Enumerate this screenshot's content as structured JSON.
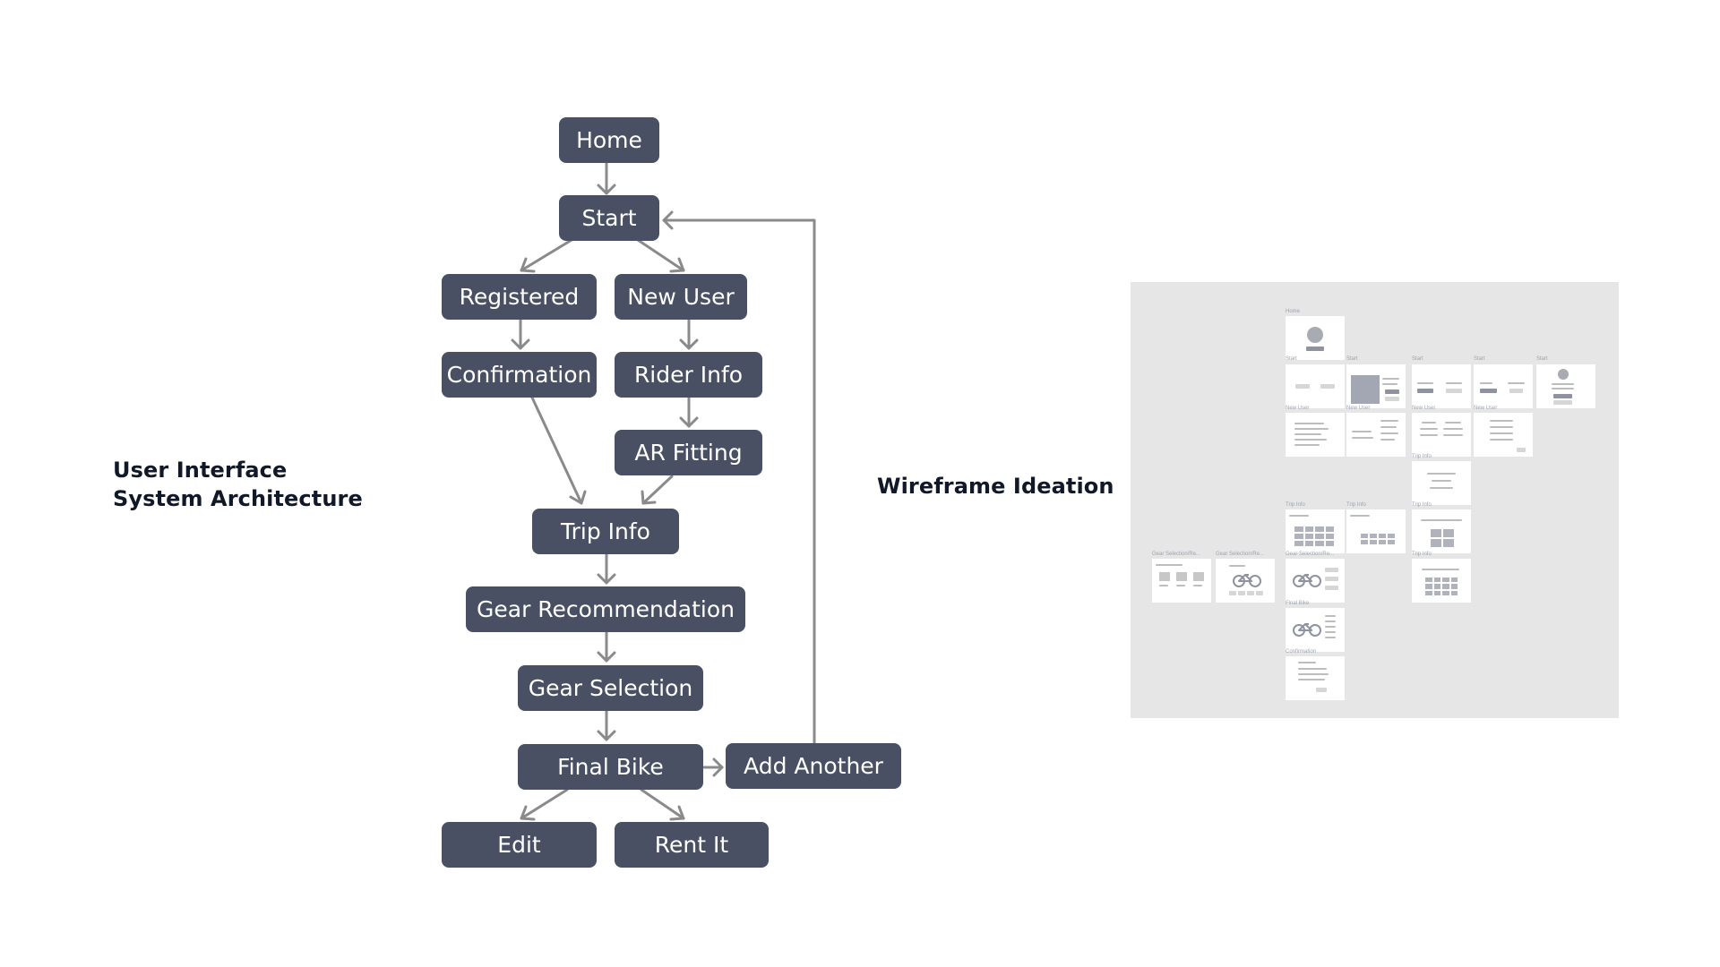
{
  "headings": {
    "architecture_line1": "User Interface",
    "architecture_line2": "System Architecture",
    "wireframe": "Wireframe Ideation"
  },
  "flow": {
    "nodes": [
      {
        "id": "home",
        "label": "Home"
      },
      {
        "id": "start",
        "label": "Start"
      },
      {
        "id": "registered",
        "label": "Registered"
      },
      {
        "id": "new-user",
        "label": "New User"
      },
      {
        "id": "confirmation",
        "label": "Confirmation"
      },
      {
        "id": "rider-info",
        "label": "Rider Info"
      },
      {
        "id": "ar-fitting",
        "label": "AR Fitting"
      },
      {
        "id": "trip-info",
        "label": "Trip Info"
      },
      {
        "id": "gear-recommendation",
        "label": "Gear Recommendation"
      },
      {
        "id": "gear-selection",
        "label": "Gear Selection"
      },
      {
        "id": "final-bike",
        "label": "Final Bike"
      },
      {
        "id": "add-another",
        "label": "Add Another"
      },
      {
        "id": "edit",
        "label": "Edit"
      },
      {
        "id": "rent-it",
        "label": "Rent It"
      }
    ]
  },
  "wireframe_labels": {
    "home": "Home",
    "start": "Start",
    "new_user": "New User",
    "trip_info": "Trip Info",
    "gear_selection": "Gear Selection/Re...",
    "final_bike": "Final Bike",
    "confirmation": "Confirmation"
  },
  "colors": {
    "node": "#4a5064",
    "connector": "#8a8a8a",
    "board": "#e6e6e6"
  }
}
